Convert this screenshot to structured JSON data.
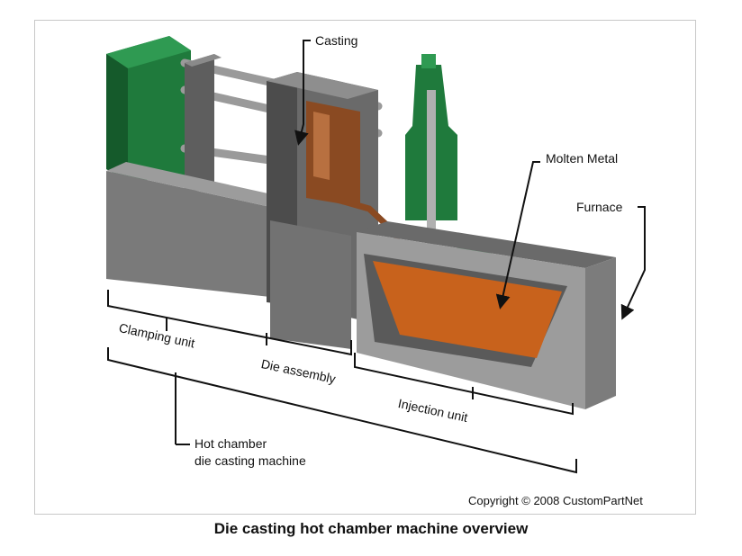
{
  "labels": {
    "casting": "Casting",
    "molten_metal": "Molten Metal",
    "furnace": "Furnace",
    "clamping_unit": "Clamping unit",
    "die_assembly": "Die assembly",
    "injection_unit": "Injection unit",
    "machine_line1": "Hot chamber",
    "machine_line2": "die casting machine"
  },
  "copyright": "Copyright © 2008 CustomPartNet",
  "caption": "Die casting hot chamber machine overview",
  "colors": {
    "machine_green": "#1f7a3c",
    "machine_gray": "#6e6e6e",
    "molten_orange": "#c8621c",
    "die_brown": "#8a4a22"
  }
}
